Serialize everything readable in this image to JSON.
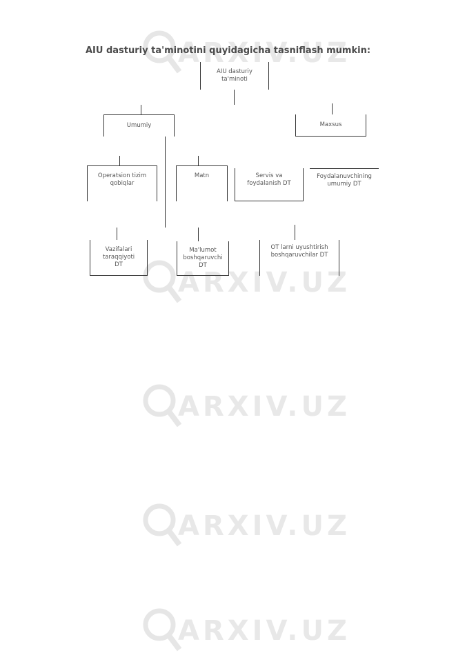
{
  "title": "AIU dasturiy ta'minotini quyidagicha tasniflash mumkin:",
  "watermark": {
    "text": "ARXIV.UZ"
  },
  "nodes": {
    "root": "AIU dasturiy\nta'minoti",
    "umumiy": "Umumiy",
    "maxsus": "Maxsus",
    "operatsion": "Operatsion tizim\nqobiqlar",
    "matn": "Matn",
    "servis": "Servis va\nfoydalanish DT",
    "foydalanuvchi": "Foydalanuvchining\numumiy DT",
    "vazifalari": "Vazifalari\ntaraqqiyoti\nDT",
    "malumot": "Ma'lumot\nboshqaruvchi\nDT",
    "ot": "OT larni uyushtirish\nboshqaruvchilar DT"
  }
}
